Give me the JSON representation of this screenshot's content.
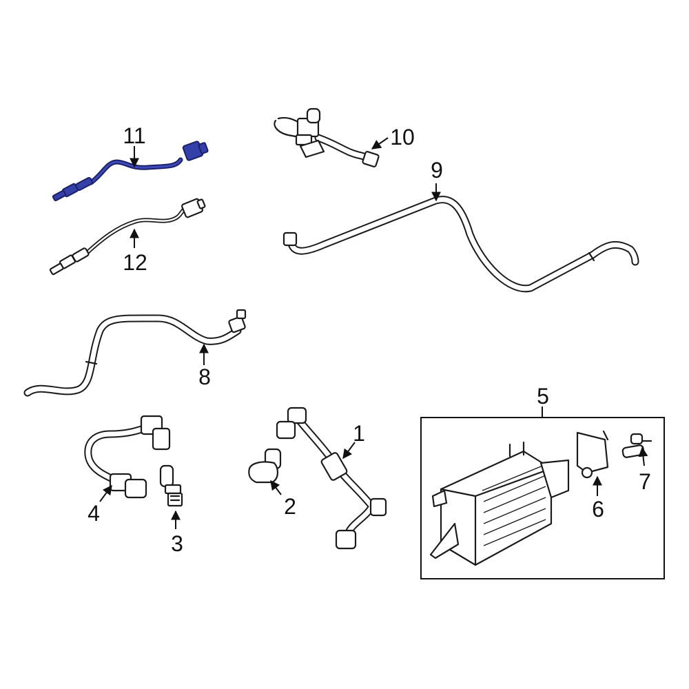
{
  "callouts": {
    "c1": "1",
    "c2": "2",
    "c3": "3",
    "c4": "4",
    "c5": "5",
    "c6": "6",
    "c7": "7",
    "c8": "8",
    "c9": "9",
    "c10": "10",
    "c11": "11",
    "c12": "12"
  },
  "colors": {
    "highlight_part": "#3440a8",
    "line_art": "#1a1a1a",
    "background": "#ffffff"
  }
}
